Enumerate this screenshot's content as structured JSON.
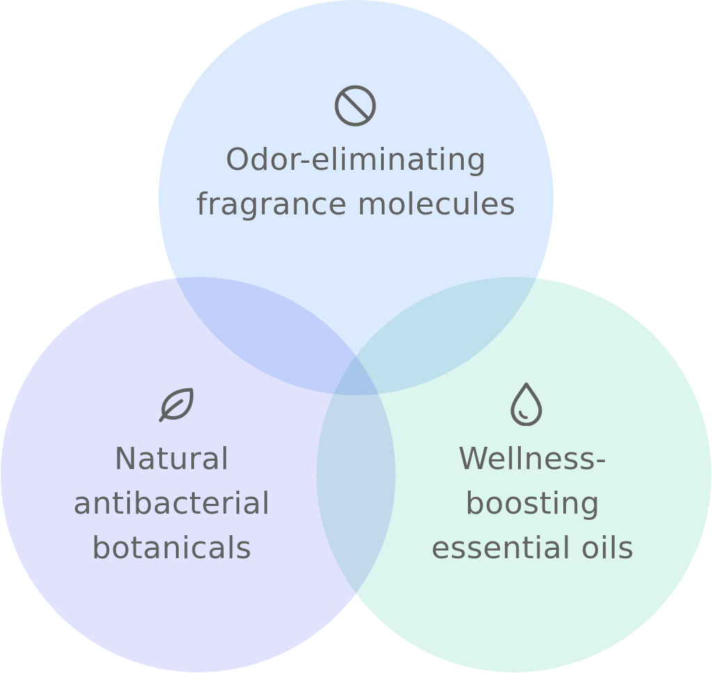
{
  "colors": {
    "top_circle": "#dbeafd",
    "left_circle": "#e1e2fd",
    "right_circle": "#dcf5ee",
    "text": "#616161",
    "icon_stroke": "#616161"
  },
  "circles": {
    "top": {
      "icon": "prohibited-icon",
      "lines": [
        "Odor-eliminating",
        "fragrance molecules"
      ]
    },
    "left": {
      "icon": "leaf-icon",
      "lines": [
        "Natural",
        "antibacterial",
        "botanicals"
      ]
    },
    "right": {
      "icon": "droplet-icon",
      "lines": [
        "Wellness-",
        "boosting",
        "essential oils"
      ]
    }
  }
}
